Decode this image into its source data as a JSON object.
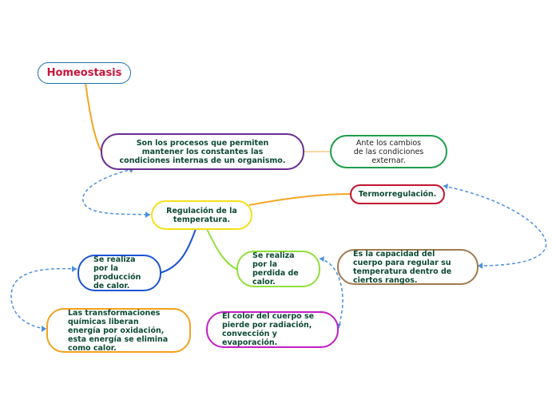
{
  "map": {
    "root": {
      "label": "Homeostasis",
      "color": "#1e6fa8",
      "text_color": "#c8143c"
    },
    "nodes": {
      "definition": {
        "label": "Son los procesos que permiten mantener los constantes las condiciones internas de un organismo.",
        "color": "#6a2c91"
      },
      "external": {
        "label": "Ante los cambios de las condiciones externar.",
        "color": "#1f9d4a"
      },
      "regulation": {
        "label": "Regulación de la temperatura.",
        "color": "#f4e01a"
      },
      "thermoregulation": {
        "label": "Termorregulación.",
        "color": "#c2132f"
      },
      "capacity": {
        "label": "Es la capacidad del cuerpo para regular su temperatura dentro de ciertos rangos.",
        "color": "#9e7a50"
      },
      "heat_loss": {
        "label": "Se realiza por la perdida de calor.",
        "color": "#8fe03a"
      },
      "heat_production": {
        "label": "Se realiza por la producción de calor.",
        "color": "#1a53d6"
      },
      "chemical": {
        "label": "Las transformaciones químicas liberan energía por oxidación, esta energía se elimina como calor.",
        "color": "#f2a21c"
      },
      "body_color": {
        "label": "El color del cuerpo se pierde por radiación, convección y evaporación.",
        "color": "#c21fc4"
      }
    },
    "connector_colors": {
      "root_to_definition": "#f5a623",
      "definition_to_external": "#f9c98a",
      "regulation_to_thermo": "#f5a623",
      "regulation_to_production": "#1a53d6",
      "regulation_to_loss": "#8fe03a",
      "dashed_links": "#4a90e2"
    }
  }
}
